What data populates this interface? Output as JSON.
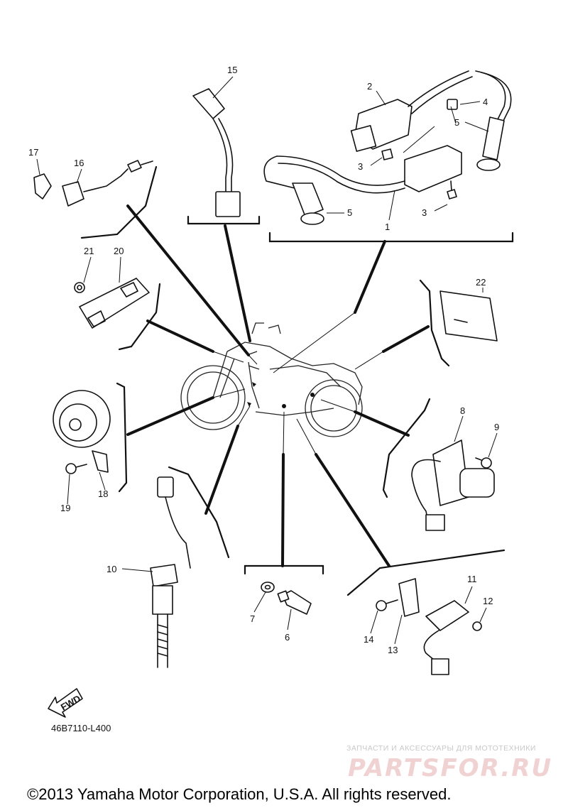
{
  "callouts": {
    "c1": "1",
    "c2": "2",
    "c3a": "3",
    "c3b": "3",
    "c4": "4",
    "c5a": "5",
    "c5b": "5",
    "c6": "6",
    "c7": "7",
    "c8": "8",
    "c9": "9",
    "c10": "10",
    "c11": "11",
    "c12": "12",
    "c13": "13",
    "c14": "14",
    "c15": "15",
    "c16": "16",
    "c17": "17",
    "c18": "18",
    "c19": "19",
    "c20": "20",
    "c21": "21",
    "c22": "22"
  },
  "fwd_label": "FWD",
  "drawing_code": "46B7110-L400",
  "watermark": {
    "tagline": "ЗАПЧАСТИ И АКСЕССУАРЫ ДЛЯ МОТОТЕХНИКИ",
    "brand": "PARTSFOR.RU"
  },
  "copyright": "©2013 Yamaha Motor Corporation, U.S.A. All rights reserved."
}
